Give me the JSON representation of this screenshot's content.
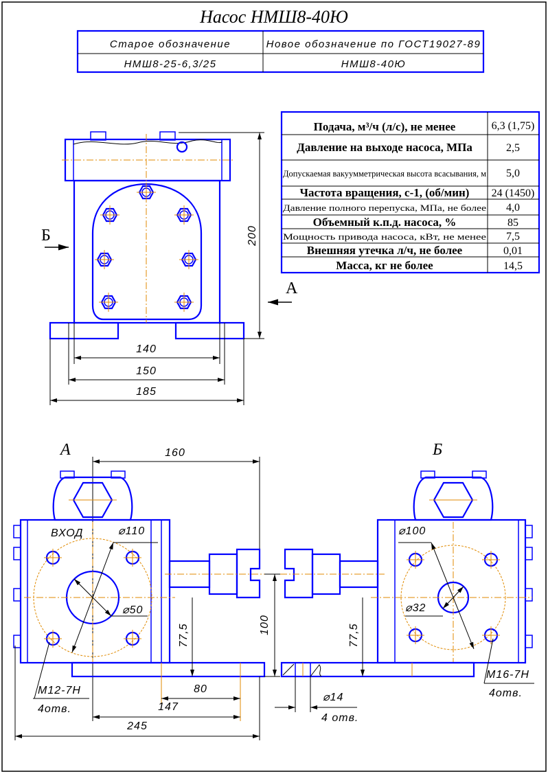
{
  "title": "Насос НМШ8-40Ю",
  "designation_table": {
    "headers": [
      "Старое обозначение",
      "Новое обозначение по ГОСТ19027-89"
    ],
    "values": [
      "НМШ8-25-6,3/25",
      "НМШ8-40Ю"
    ]
  },
  "specs": [
    {
      "label": "Подача, м³/ч (л/с), не менее",
      "value": "6,3 (1,75)"
    },
    {
      "label": "Давление на выходе насоса, МПа",
      "value": "2,5"
    },
    {
      "label": "Допускаемая вакуумметрическая высота всасывания, м",
      "value": "5,0"
    },
    {
      "label": "Частота вращения, с-1, (об/мин)",
      "value": "24 (1450)"
    },
    {
      "label": "Давление полного перепуска, МПа, не более",
      "value": "4,0"
    },
    {
      "label": "Объемный к.п.д. насоса, %",
      "value": "85"
    },
    {
      "label": "Мощность привода насоса, кВт, не менее",
      "value": "7,5"
    },
    {
      "label": "Внешняя утечка л/ч, не более",
      "value": "0,01"
    },
    {
      "label": "Масса, кг не более",
      "value": "14,5"
    }
  ],
  "top_view": {
    "dims": {
      "height": "200",
      "d140": "140",
      "d150": "150",
      "d185": "185"
    },
    "view_b": "Б",
    "view_a": "А"
  },
  "view_a": {
    "label": "А",
    "inlet": "ВХОД",
    "flange_dia": "⌀110",
    "bore_dia": "⌀50",
    "thread": "M12-7H",
    "holes": "4отв.",
    "dims": {
      "d160": "160",
      "d77_5": "77,5",
      "d100": "100",
      "d80": "80",
      "d147": "147",
      "d245": "245"
    }
  },
  "view_b": {
    "label": "Б",
    "flange_dia": "⌀100",
    "bore_dia": "⌀32",
    "thread": "M16-7H",
    "holes": "4отв.",
    "dims": {
      "d77_5": "77,5"
    },
    "mount_hole": "⌀14",
    "mount_holes": "4 отв."
  },
  "colors": {
    "outline": "#0000ff",
    "centerline": "#e08a00",
    "dimension": "#000000"
  }
}
